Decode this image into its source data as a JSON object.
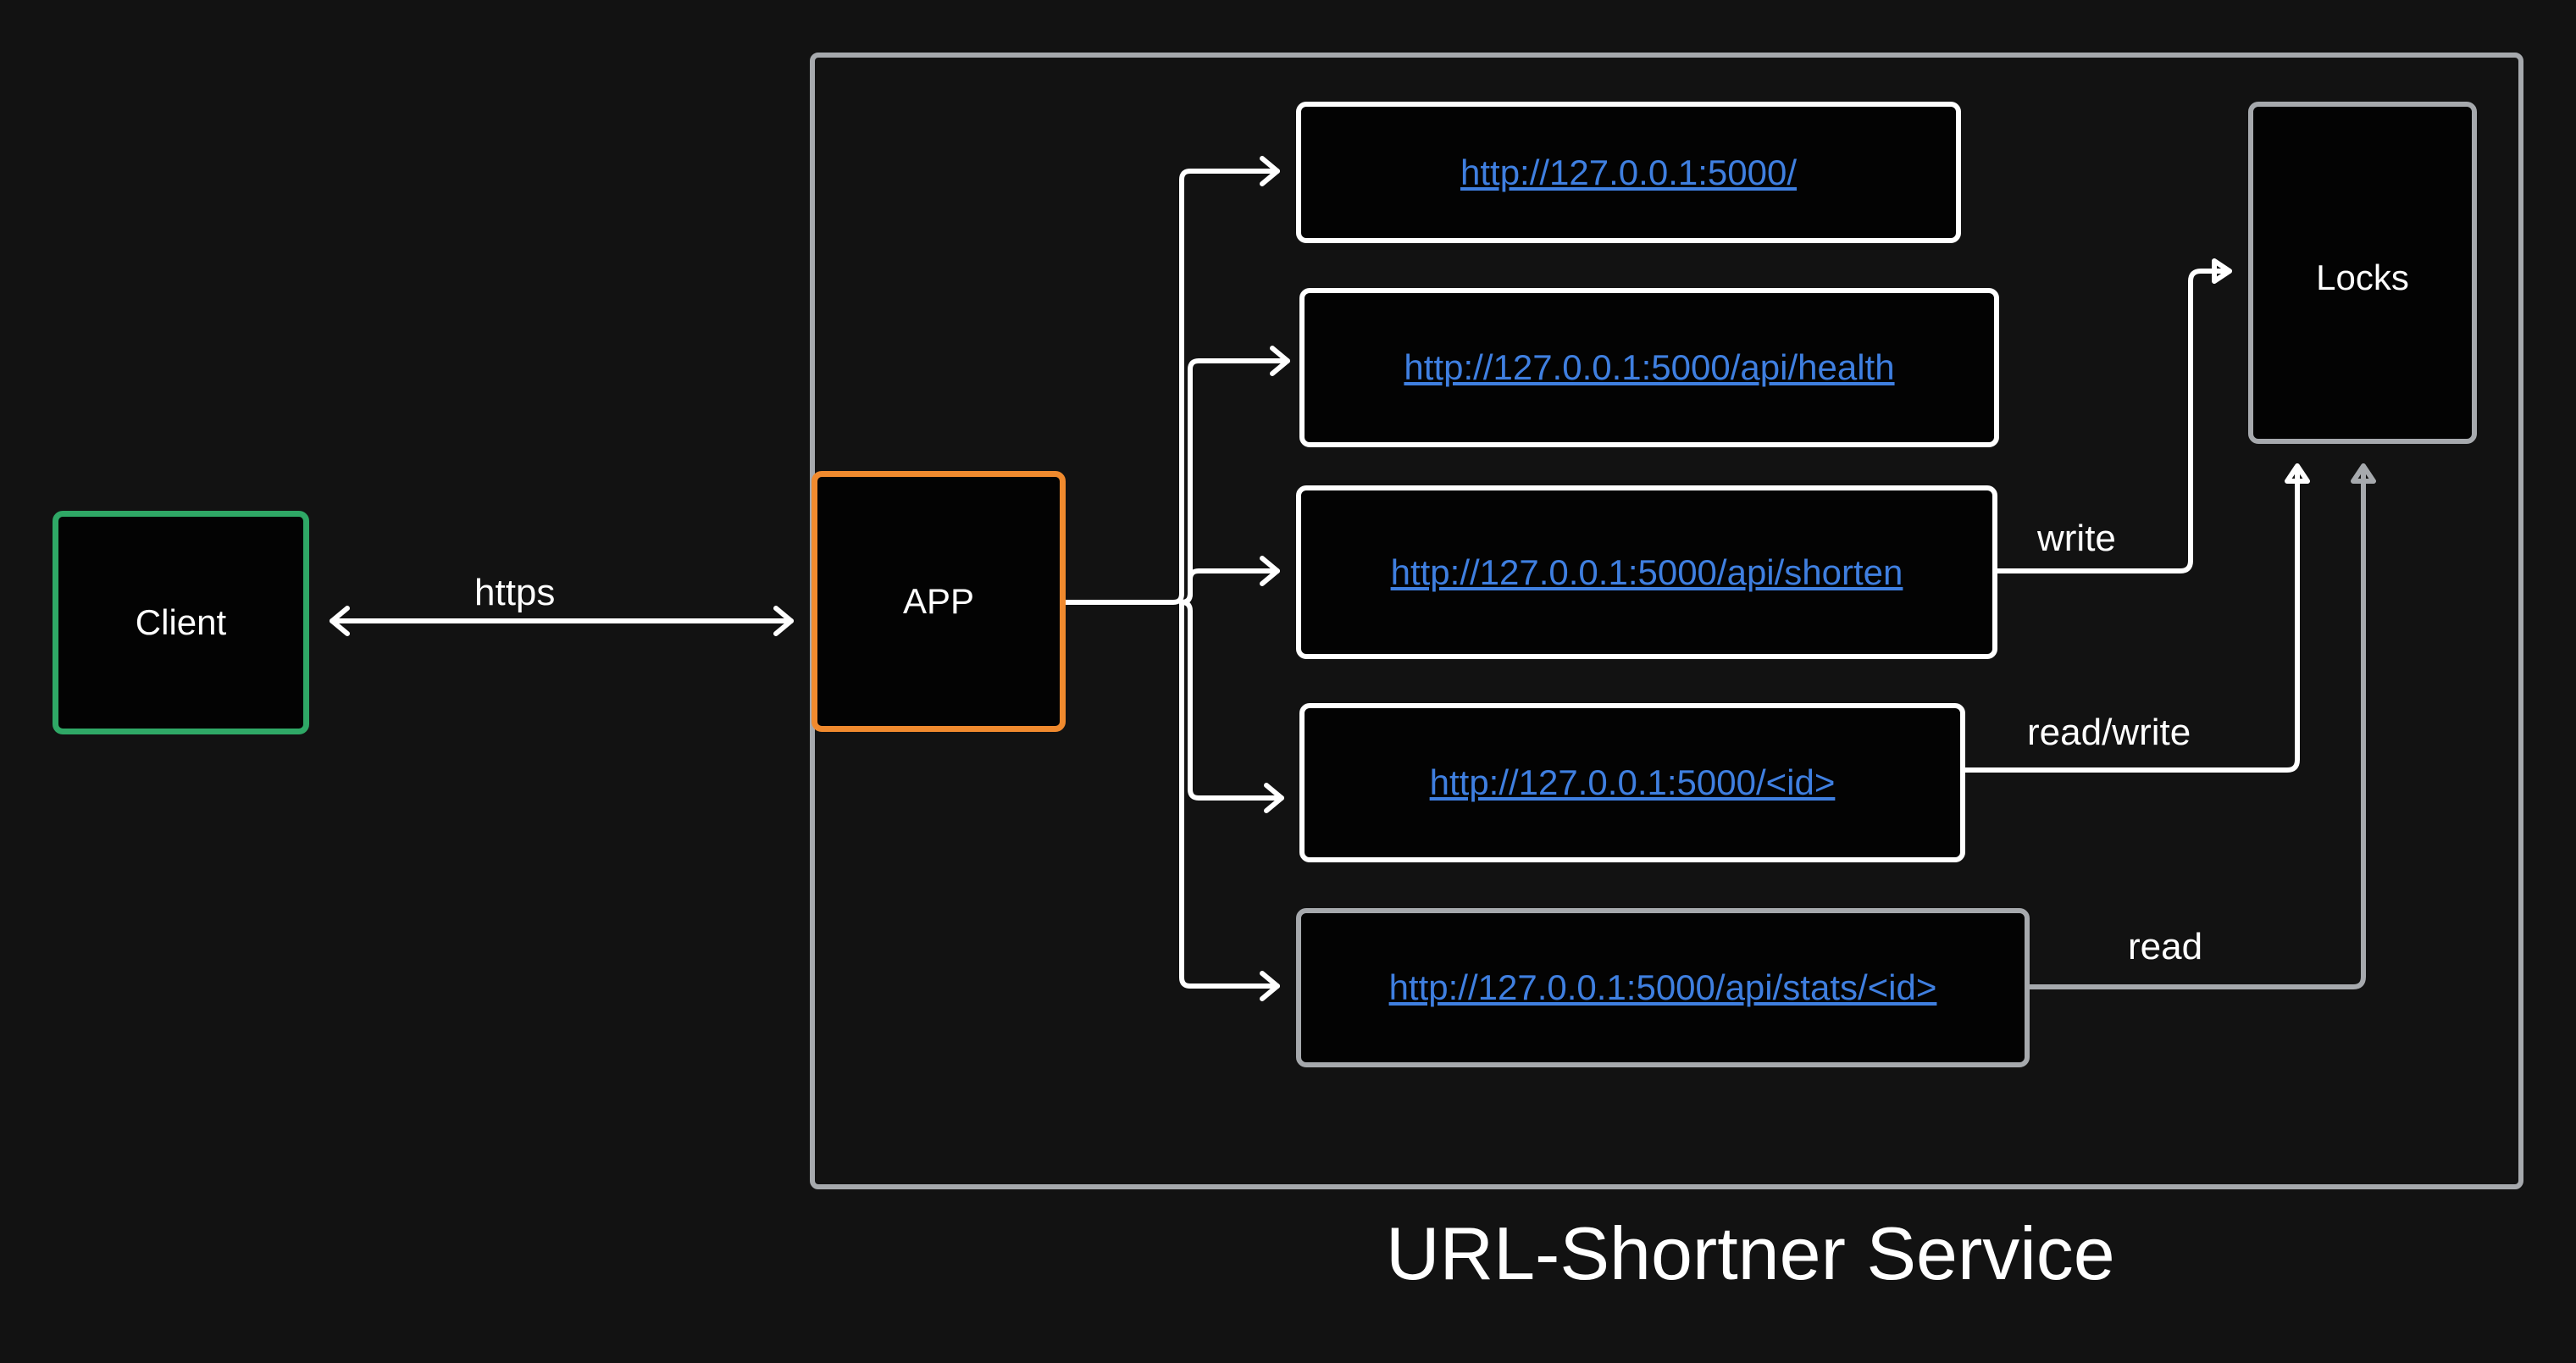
{
  "colors": {
    "background": "#121212",
    "client_border": "#2fa866",
    "app_border": "#f08a2e",
    "box_border_white": "#ffffff",
    "box_border_gray": "#a6a9ad",
    "link": "#3f7fe0",
    "text": "#ffffff"
  },
  "diagram": {
    "title": "URL-Shortner Service",
    "nodes": {
      "client": "Client",
      "app": "APP",
      "locks": "Locks"
    },
    "endpoints": [
      "http://127.0.0.1:5000/",
      "http://127.0.0.1:5000/api/health",
      "http://127.0.0.1:5000/api/shorten",
      "http://127.0.0.1:5000/<id>",
      "http://127.0.0.1:5000/api/stats/<id>"
    ],
    "edge_labels": {
      "client_app": "https",
      "shorten_locks": "write",
      "id_locks": "read/write",
      "stats_locks": "read"
    }
  }
}
